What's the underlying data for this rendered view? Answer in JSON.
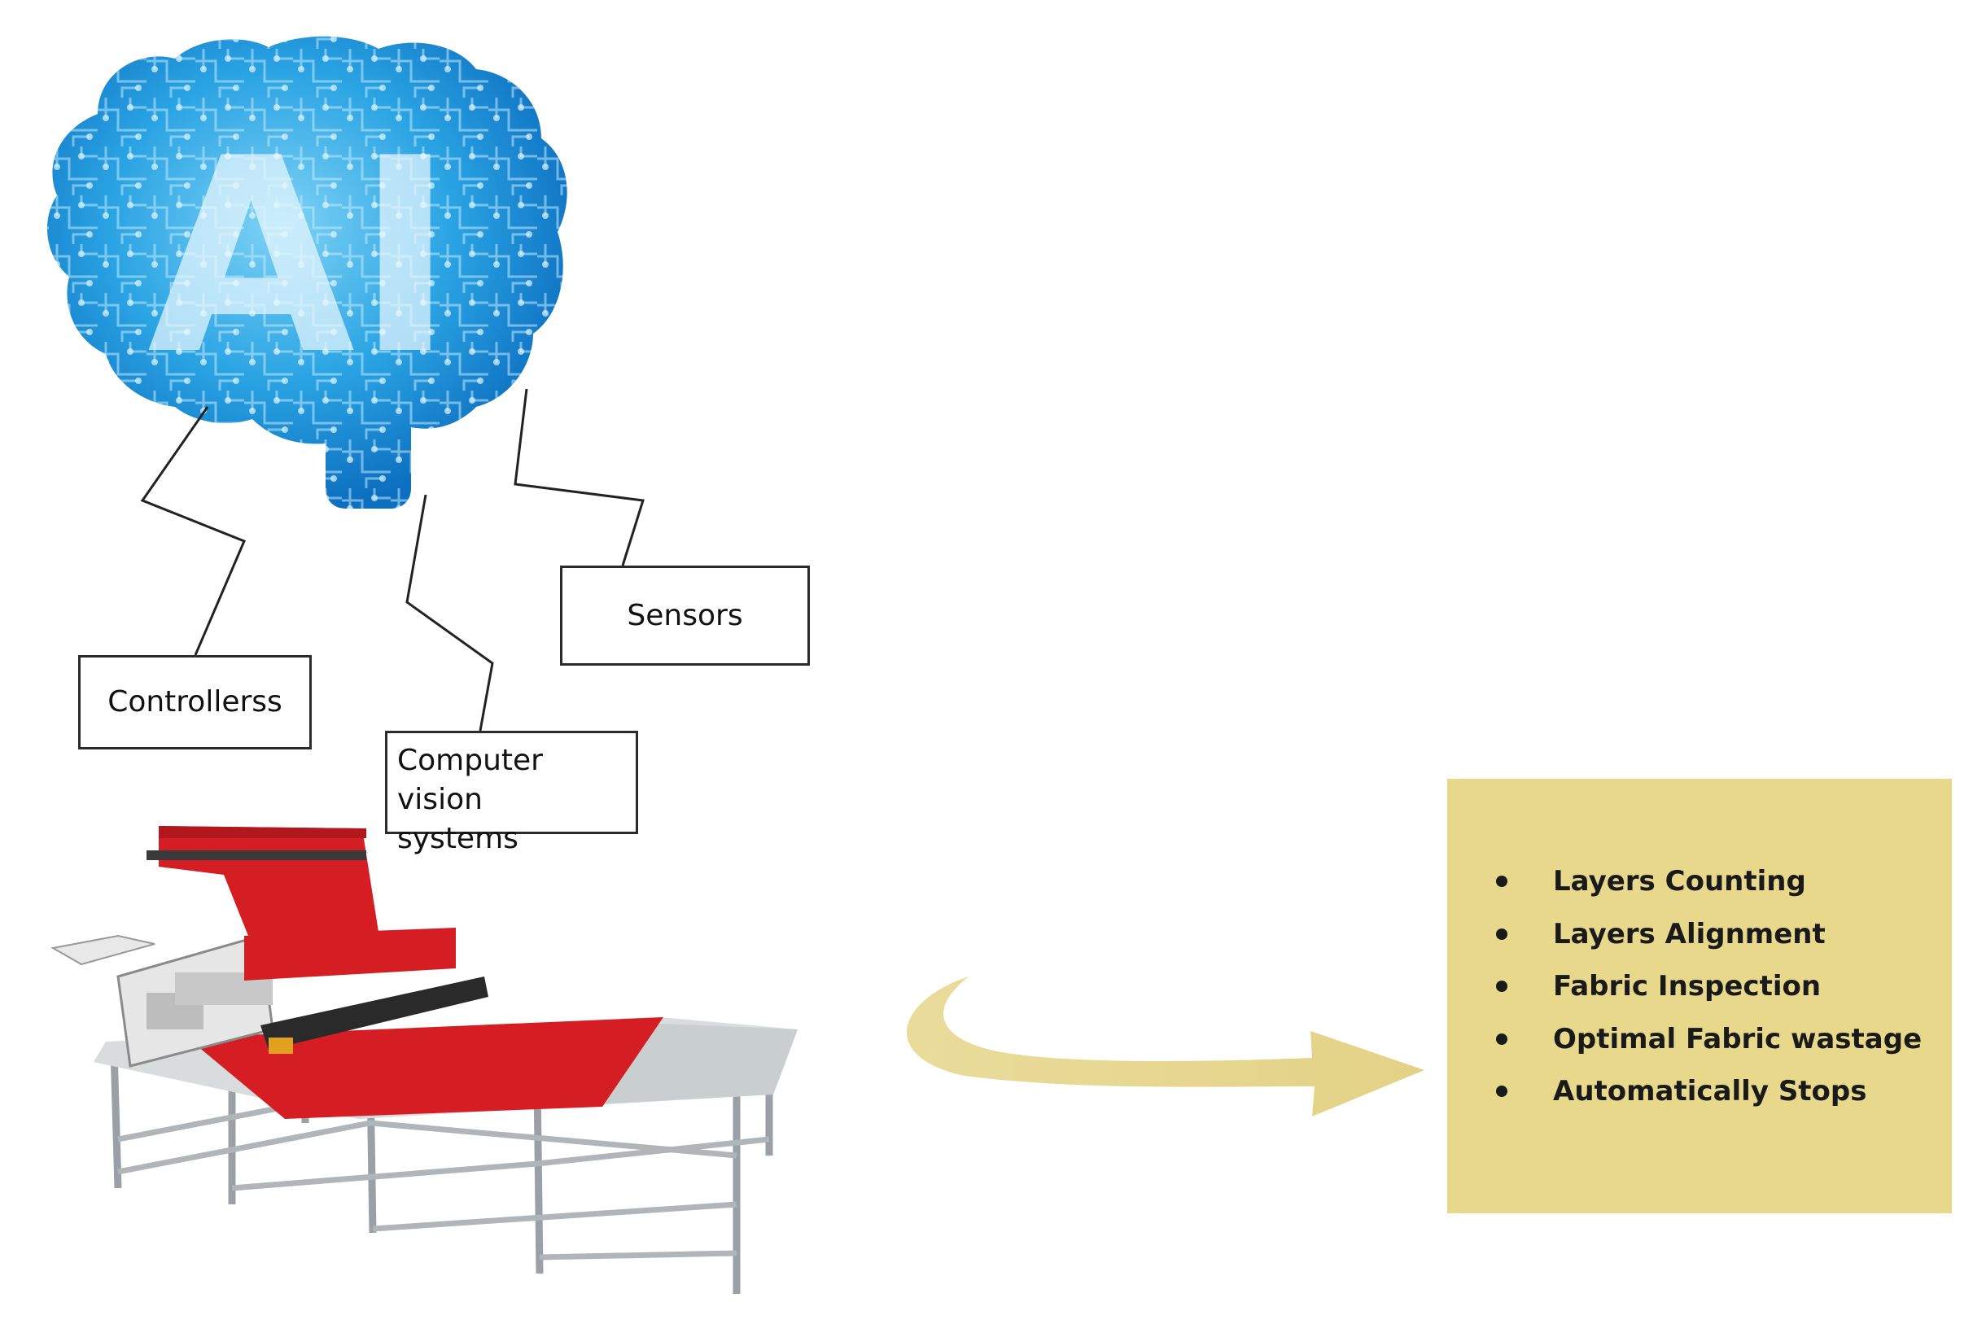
{
  "diagram": {
    "ai_logo": {
      "text": "AI",
      "icon": "circuit-brain-icon"
    },
    "labels": {
      "controllers": "Controllerss",
      "sensors": "Sensors",
      "computer_vision_line1": "Computer vision",
      "computer_vision_line2": "systems"
    },
    "machine": {
      "icon": "fabric-spreading-machine-icon"
    },
    "arrow": {
      "icon": "curved-arrow-icon"
    },
    "features": [
      "Layers Counting",
      "Layers Alignment",
      "Fabric Inspection",
      "Optimal Fabric wastage",
      "Automatically Stops"
    ]
  },
  "colors": {
    "brain_blue": "#1a8fd6",
    "brain_light": "#5cc4f0",
    "fabric_red": "#d41e24",
    "panel_yellow": "#e8d88c",
    "arrow_yellow": "#e6d88f"
  }
}
